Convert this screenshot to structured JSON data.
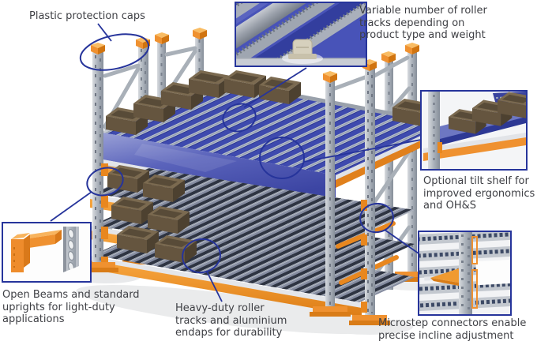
{
  "colors": {
    "annotation": "#26349b",
    "text": "#3f4045",
    "orange": "#ef9130",
    "steel": "#9aa2ac",
    "deck_blue": "#3e4aae",
    "box_brown": "#6a5942",
    "bg": "#ffffff"
  },
  "labels": {
    "caps": "Plastic protection caps",
    "rollers": "Variable number of roller\ntracks depending on\nproduct type and weight",
    "tilt": "Optional tilt shelf for\nimproved ergonomics\nand OH&S",
    "open_beams": "Open Beams and standard\nuprights for light-duty\napplications",
    "heavy_duty": "Heavy-duty roller\ntracks and aluminium\nendaps for durability",
    "microstep": "Microstep connectors enable\nprecise incline adjustment"
  }
}
